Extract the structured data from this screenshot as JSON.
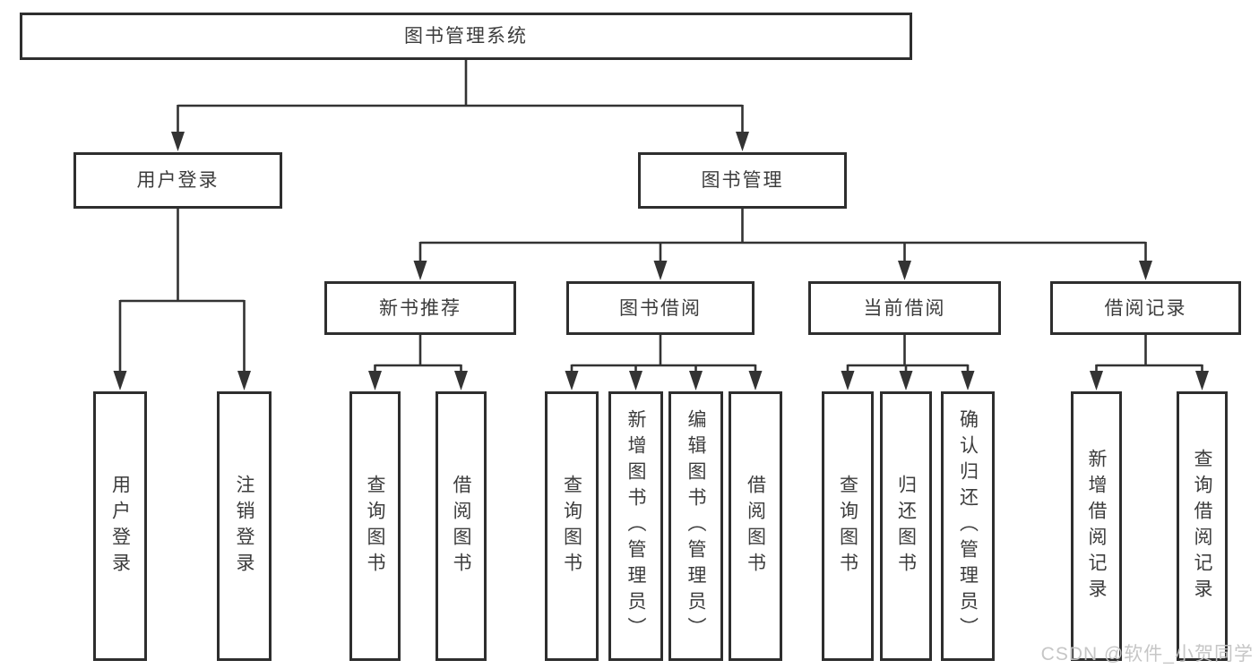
{
  "diagram": {
    "root": {
      "label": "图书管理系统"
    },
    "branches": [
      {
        "label": "用户登录",
        "children": [
          {
            "label": "用户登录"
          },
          {
            "label": "注销登录"
          }
        ]
      },
      {
        "label": "图书管理",
        "children": [
          {
            "label": "新书推荐",
            "children": [
              {
                "label": "查询图书"
              },
              {
                "label": "借阅图书"
              }
            ]
          },
          {
            "label": "图书借阅",
            "children": [
              {
                "label": "查询图书"
              },
              {
                "label": "新增图书（管理员）"
              },
              {
                "label": "编辑图书（管理员）"
              },
              {
                "label": "借阅图书"
              }
            ]
          },
          {
            "label": "当前借阅",
            "children": [
              {
                "label": "查询图书"
              },
              {
                "label": "归还图书"
              },
              {
                "label": "确认归还（管理员）"
              }
            ]
          },
          {
            "label": "借阅记录",
            "children": [
              {
                "label": "新增借阅记录"
              },
              {
                "label": "查询借阅记录"
              }
            ]
          }
        ]
      }
    ],
    "watermark": "CSDN @软件_小贺同学",
    "colors": {
      "line": "#333333",
      "box_border": "#2e2e2e",
      "text": "#3c3c3c",
      "watermark": "#c3c3c3",
      "background": "#ffffff"
    }
  }
}
